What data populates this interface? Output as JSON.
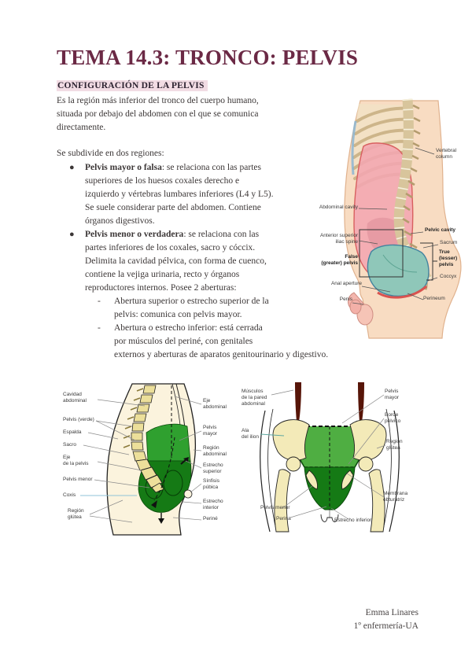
{
  "colors": {
    "title": "#6b2945",
    "heading_highlight": "#f2dce4",
    "body_text": "#3c3737",
    "fig_pink_cavity": "#f2a6b0",
    "fig_teal_cavity": "#8fc7b9",
    "fig_green_major": "#2fa02f",
    "fig_green_minor": "#157a15",
    "fig_bone_yellow": "#f2e9b6",
    "fig_skin": "#f8dcc2"
  },
  "doc": {
    "title": "TEMA 14.3: TRONCO: PELVIS",
    "heading": "CONFIGURACIÓN DE LA PELVIS",
    "intro": "Es la región más inferior del tronco del cuerpo humano,\nsituada por debajo del abdomen con el que se comunica\ndirectamente.",
    "lead": "Se subdivide en dos regiones:",
    "bullet_char": "●",
    "dash_char": "-",
    "bullet1_bold": "Pelvis mayor o falsa",
    "bullet1_text": ": se relaciona con las partes\nsuperiores de los huesos coxales derecho e\nizquierdo y vértebras lumbares inferiores (L4 y L5).\nSe suele considerar parte del abdomen. Contiene\nórganos digestivos.",
    "bullet2_bold": "Pelvis menor o verdadera",
    "bullet2_text": ": se relaciona con las\npartes inferiores de los coxales, sacro y cóccix.\nDelimita la cavidad pélvica, con forma de cuenco,\ncontiene la vejiga urinaria, recto y órganos\nreproductores internos. Posee 2 aberturas:",
    "sub1": "Abertura superior o estrecho superior de la\npelvis: comunica con pelvis mayor.",
    "sub2": "Abertura o estrecho inferior: está cerrada\npor músculos del periné, con genitales\nexternos y aberturas de aparatos genitourinario y digestivo.",
    "footer_name": "Emma Linares",
    "footer_course": "1º enfermería-UA"
  },
  "fig_side": {
    "vertebral_column": "Vertebral\ncolumn",
    "abdominal_cavity": "Abdominal cavity",
    "pelvic_cavity": "Pelvic cavity",
    "iliac_spine": "Anterior superior\niliac spine",
    "sacrum": "Sacrum",
    "false_pelvis": "False\n(greater) pelvis",
    "true_pelvis": "True\n(lesser)\npelvis",
    "anal_aperture": "Anal aperture",
    "coccyx": "Coccyx",
    "penis": "Penis",
    "perineum": "Perineum"
  },
  "fig_sagittal": {
    "cavidad_abdominal": "Cavidad\nabdominal",
    "pelvis_verde": "Pelvis (verde)",
    "espalda": "Espalda",
    "sacro": "Sacro",
    "eje_pelvis": "Eje\nde la pelvis",
    "pelvis_menor": "Pelvis menor",
    "coxis": "Coxis",
    "region_glutea": "Región\nglútea",
    "eje_abdominal": "Eje\nabdominal",
    "pelvis_mayor": "Pelvis\nmayor",
    "region_abdominal": "Región\nabdominal",
    "estrecho_superior": "Estrecho\nsuperior",
    "sinfisis_pubica": "Sínfisis\npúbica",
    "estrecho_inferior": "Estrecho\ninterior",
    "perine": "Periné"
  },
  "fig_frontal": {
    "musculos_pared": "Músculos\nde la pared\nabdominal",
    "ala_ilion": "Ala\ndel ilion",
    "pelvis_menor": "Pelvis menor",
    "perina": "Perina",
    "pelvis_mayor": "Pelvis\nmayor",
    "borde_pelvico": "Borde\npélvico",
    "region_glutea": "Región\nglútea",
    "membrana_obturatriz": "Membrana\nobturatriz",
    "estrecho_inferior": "Estrecho inferior"
  }
}
